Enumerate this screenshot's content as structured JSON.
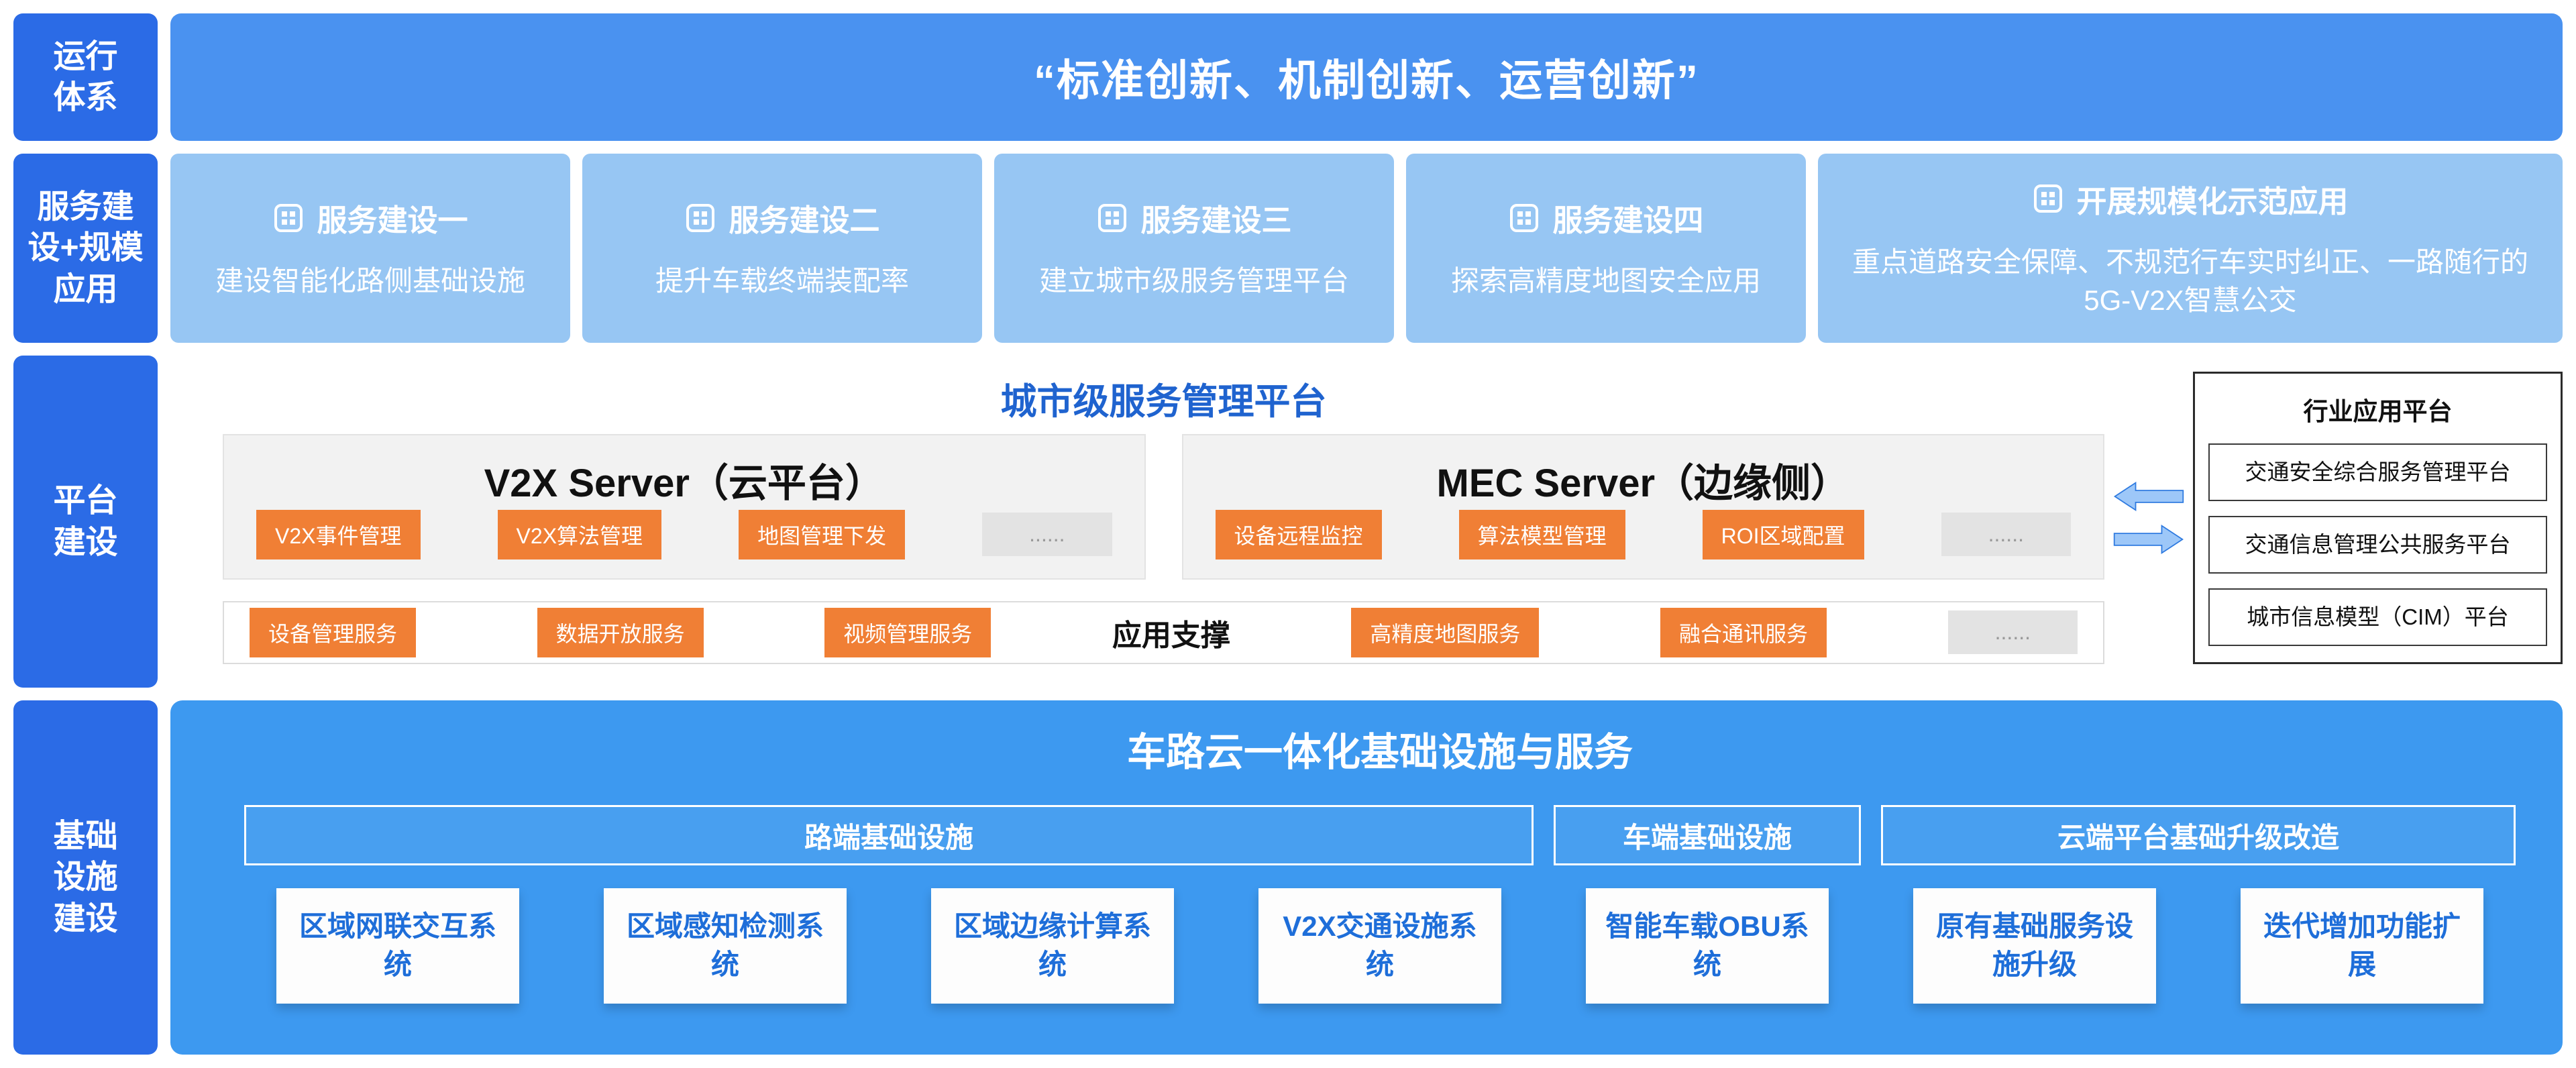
{
  "colors": {
    "sidebar_blue": "#2b6be6",
    "banner_blue": "#4a92f0",
    "service_blue": "#97c6f3",
    "platform_title_blue": "#1f63cf",
    "accent_orange": "#f07f35",
    "infra_blue": "#3d99f0",
    "infra_text_blue": "#1e6ed9"
  },
  "sidebar": {
    "items": [
      {
        "label": "运行\n体系"
      },
      {
        "label": "服务建\n设+规模\n应用"
      },
      {
        "label": "平台\n建设"
      },
      {
        "label": "基础\n设施\n建设"
      }
    ]
  },
  "banner": {
    "title": "“标准创新、机制创新、运营创新”"
  },
  "services": {
    "items": [
      {
        "title": "服务建设一",
        "desc": "建设智能化路侧基础设施"
      },
      {
        "title": "服务建设二",
        "desc": "提升车载终端装配率"
      },
      {
        "title": "服务建设三",
        "desc": "建立城市级服务管理平台"
      },
      {
        "title": "服务建设四",
        "desc": "探索高精度地图安全应用"
      },
      {
        "title": "开展规模化示范应用",
        "desc": "重点道路安全保障、不规范行车实时纠正、一路随行的5G-V2X智慧公交"
      }
    ]
  },
  "platform": {
    "title": "城市级服务管理平台",
    "v2x": {
      "title": "V2X Server（云平台）",
      "buttons": [
        "V2X事件管理",
        "V2X算法管理",
        "地图管理下发"
      ],
      "more": "......"
    },
    "mec": {
      "title": "MEC Server（边缘侧）",
      "buttons": [
        "设备远程监控",
        "算法模型管理",
        "ROI区域配置"
      ],
      "more": "......"
    },
    "support": {
      "title": "应用支撑",
      "left_buttons": [
        "设备管理服务",
        "数据开放服务",
        "视频管理服务"
      ],
      "right_buttons": [
        "高精度地图服务",
        "融合通讯服务"
      ],
      "more": "......"
    },
    "industry": {
      "title": "行业应用平台",
      "items": [
        "交通安全综合服务管理平台",
        "交通信息管理公共服务平台",
        "城市信息模型（CIM）平台"
      ]
    }
  },
  "infrastructure": {
    "title": "车路云一体化基础设施与服务",
    "groups": [
      {
        "header": "路端基础设施",
        "items": [
          "区域网联交互系统",
          "区域感知检测系统",
          "区域边缘计算系统",
          "V2X交通设施系统"
        ]
      },
      {
        "header": "车端基础设施",
        "items": [
          "智能车载OBU系统"
        ]
      },
      {
        "header": "云端平台基础升级改造",
        "items": [
          "原有基础服务设施升级",
          "迭代增加功能扩展"
        ]
      }
    ]
  }
}
